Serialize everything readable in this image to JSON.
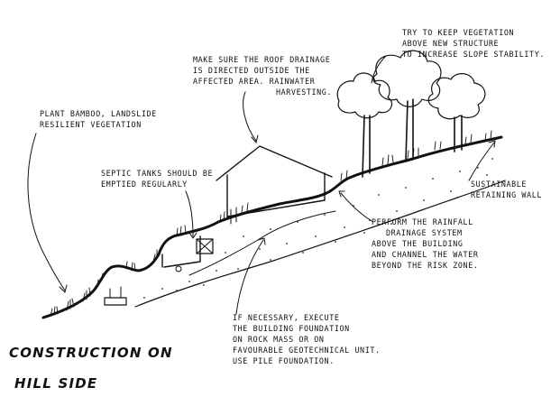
{
  "title": {
    "line1": "CONSTRUCTION ON",
    "line2": "HILL SIDE"
  },
  "notes": {
    "vegetation_above": [
      "TRY TO KEEP VEGETATION",
      "ABOVE NEW STRUCTURE",
      "TO INCREASE SLOPE STABILITY."
    ],
    "roof_drainage": [
      "MAKE SURE THE ROOF DRAINAGE",
      "IS DIRECTED OUTSIDE  THE",
      "AFFECTED AREA. RAINWATER",
      "HARVESTING."
    ],
    "bamboo": [
      "PLANT BAMBOO, LANDSLIDE",
      "RESILIENT VEGETATION"
    ],
    "septic": [
      "SEPTIC TANKS SHOULD BE",
      "EMPTIED REGULARLY"
    ],
    "retaining_wall": [
      "SUSTAINABLE",
      "RETAINING WALL"
    ],
    "rainfall_drainage": [
      "PERFORM THE RAINFALL",
      "DRAINAGE SYSTEM",
      "ABOVE THE BUILDING",
      "AND CHANNEL THE WATER",
      "BEYOND THE RISK ZONE."
    ],
    "foundation": [
      "IF NECESSARY, EXECUTE",
      "THE BUILDING FOUNDATION",
      "ON ROCK MASS  OR ON",
      "FAVOURABLE GEOTECHNICAL UNIT.",
      "USE PILE FOUNDATION."
    ]
  },
  "colors": {
    "ink": "#111111",
    "paper": "#ffffff"
  }
}
